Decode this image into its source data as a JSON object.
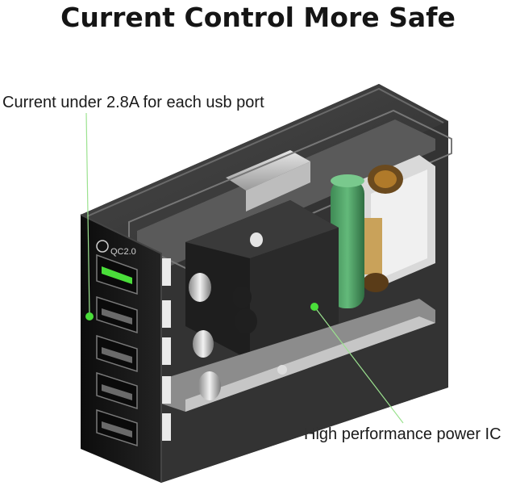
{
  "title": "Current Control More Safe",
  "callouts": {
    "current": "Current under 2.8A for each usb port",
    "power_ic": "High performance power IC"
  },
  "device": {
    "badge_text": "QC2.0",
    "usb_port_count": 5
  },
  "colors": {
    "accent_green": "#4ade3a",
    "title_text": "#151515",
    "case_dark": "#1b1b1b"
  }
}
